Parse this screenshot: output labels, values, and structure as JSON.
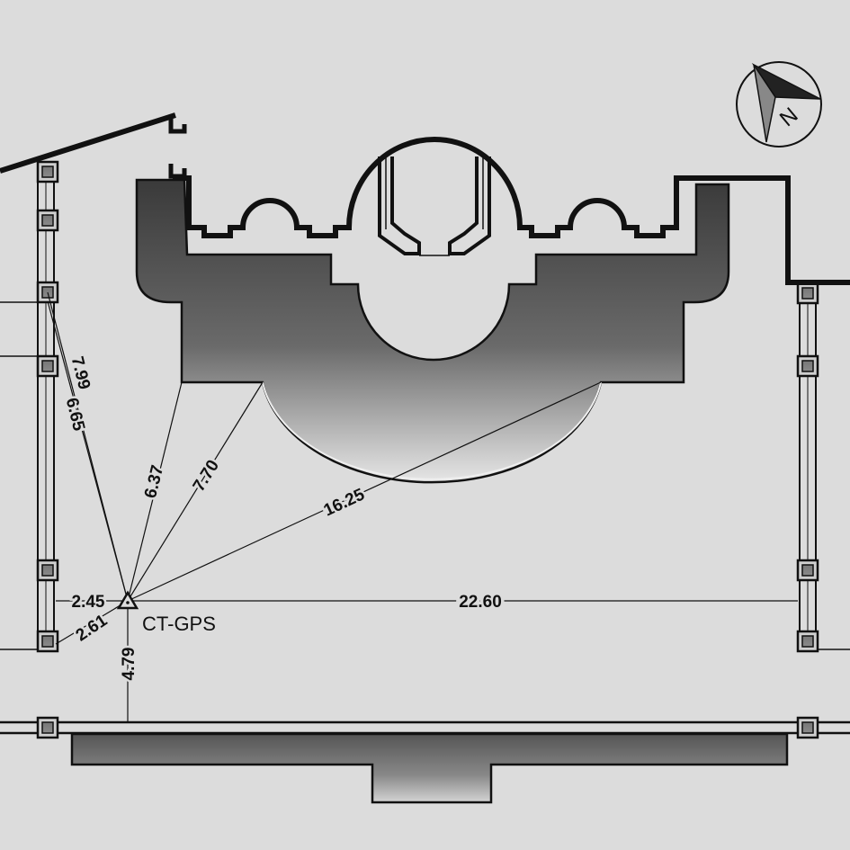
{
  "station": {
    "label": "CT-GPS"
  },
  "compass": {
    "north_label": "N"
  },
  "measurements": [
    {
      "id": "m1",
      "value": "7.99"
    },
    {
      "id": "m2",
      "value": "6.65"
    },
    {
      "id": "m3",
      "value": "6.37"
    },
    {
      "id": "m4",
      "value": "7.70"
    },
    {
      "id": "m5",
      "value": "16.25"
    },
    {
      "id": "m6",
      "value": "2.45"
    },
    {
      "id": "m7",
      "value": "2.61"
    },
    {
      "id": "m8",
      "value": "22.60"
    },
    {
      "id": "m9",
      "value": "4.79"
    }
  ],
  "colors": {
    "background": "#dcdcdc",
    "ink": "#111111",
    "fill_dark": "#3c3c3c",
    "fill_light": "#e2e2e2"
  }
}
